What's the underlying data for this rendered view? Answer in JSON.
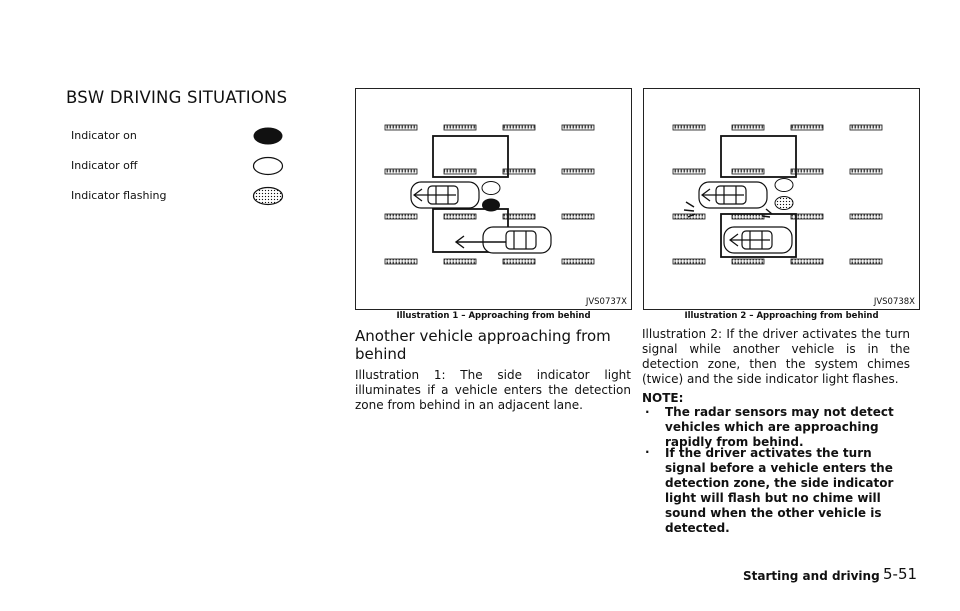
{
  "section_title": "BSW DRIVING SITUATIONS",
  "legend": [
    {
      "label": "Indicator on",
      "icon": "indicator-on-icon"
    },
    {
      "label": "Indicator off",
      "icon": "indicator-off-icon"
    },
    {
      "label": "Indicator flashing",
      "icon": "indicator-flashing-icon"
    }
  ],
  "figures": [
    {
      "code": "JVS0737X",
      "caption": "Illustration 1 – Approaching from behind"
    },
    {
      "code": "JVS0738X",
      "caption": "Illustration 2 – Approaching from behind"
    }
  ],
  "subheading": "Another vehicle approaching from behind",
  "para1": "Illustration 1: The side indicator light illuminates if a vehicle enters the detection zone from behind in an adjacent lane.",
  "para2": "Illustration 2: If the driver activates the turn signal while another vehicle is in the detection zone, then the system chimes (twice) and the side indicator light flashes.",
  "note_label": "NOTE:",
  "notes": [
    "The radar sensors may not detect vehicles which are approaching rapidly from behind.",
    "If the driver activates the turn signal before a vehicle enters the detection zone, the side indicator light will flash but no chime will sound when the other vehicle is detected."
  ],
  "footer": {
    "section": "Starting and driving",
    "page": "5-51"
  },
  "colors": {
    "ink": "#111111",
    "paper": "#ffffff"
  }
}
